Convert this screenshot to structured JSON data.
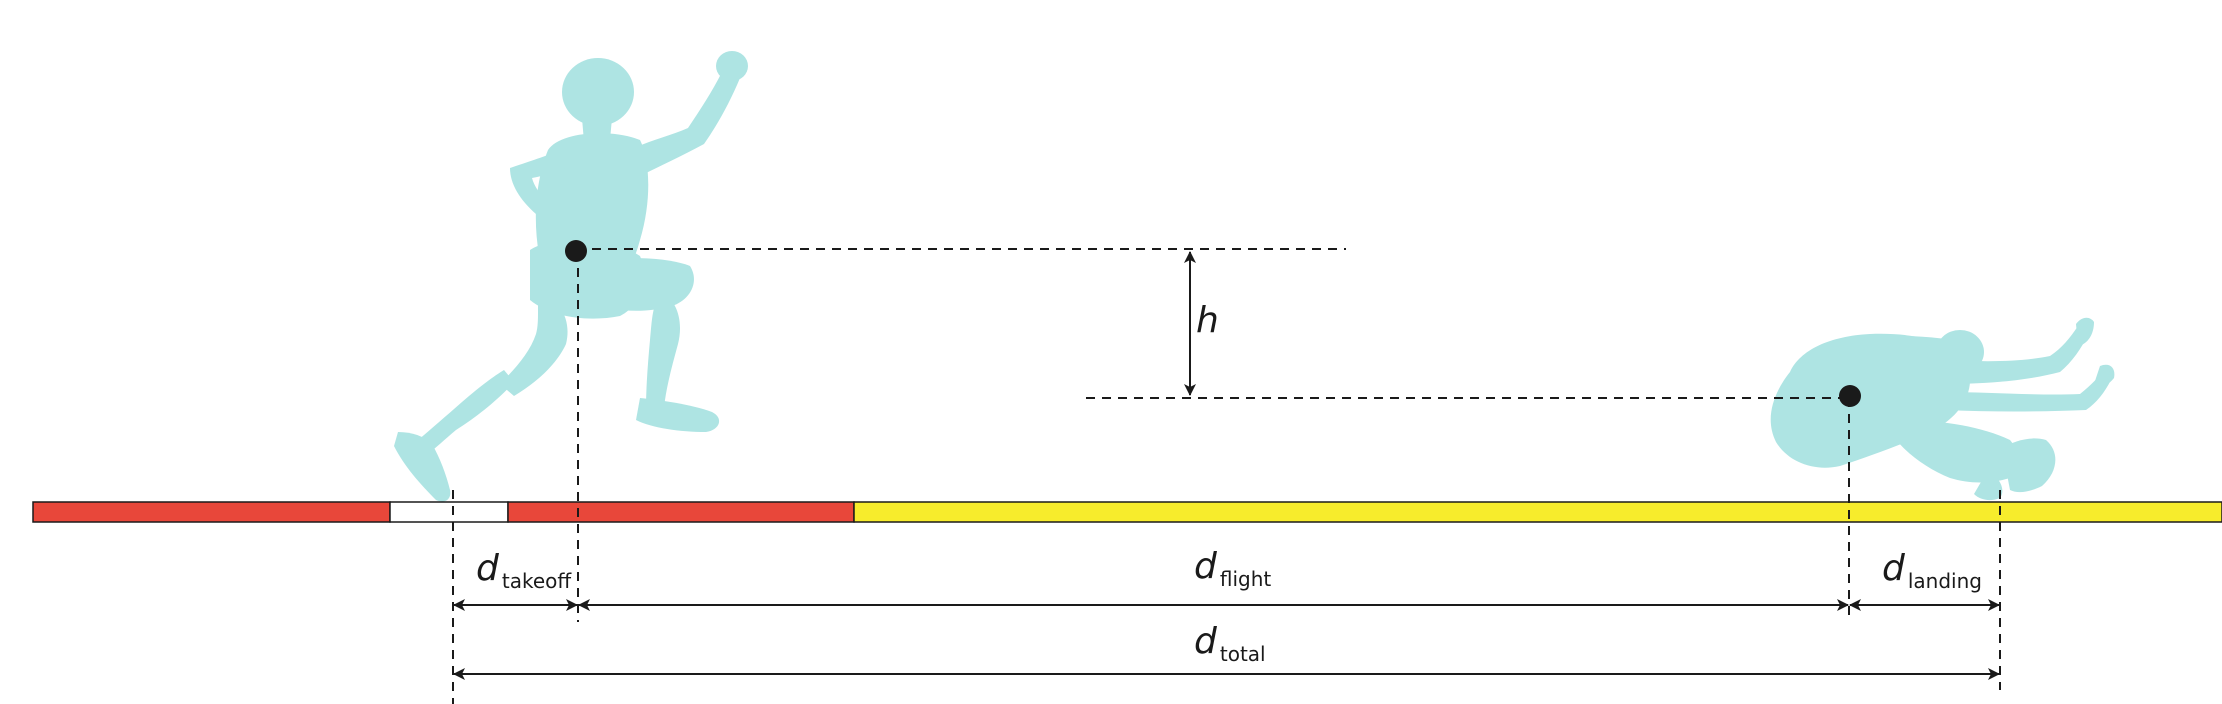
{
  "colors": {
    "silhouette": "#aee4e3",
    "track_red": "#e8473a",
    "track_white": "#ffffff",
    "track_yellow": "#f7ec2c",
    "line": "#1a1a1a"
  },
  "labels": {
    "h": "h",
    "d_takeoff": {
      "main": "d",
      "sub": "takeoff"
    },
    "d_flight": {
      "main": "d",
      "sub": "flight"
    },
    "d_landing": {
      "main": "d",
      "sub": "landing"
    },
    "d_total": {
      "main": "d",
      "sub": "total"
    }
  },
  "icons": {
    "jumper_takeoff": "runner-silhouette-icon",
    "jumper_landing": "landing-silhouette-icon",
    "center_of_mass": "center-of-mass-dot-icon"
  }
}
